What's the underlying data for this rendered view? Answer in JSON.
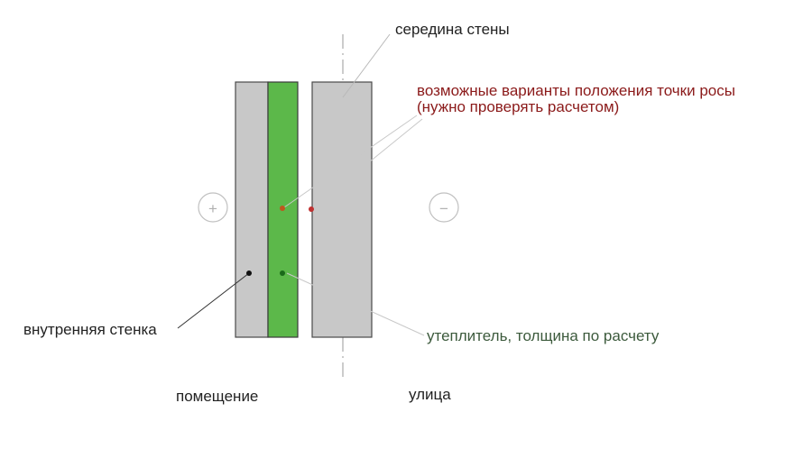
{
  "labels": {
    "wall_middle": "середина стены",
    "dew_point_line1": "возможные варианты положения точки росы",
    "dew_point_line2": "(нужно проверять расчетом)",
    "inner_wall": "внутренняя стенка",
    "insulation": "утеплитель, толщина по расчету",
    "room": "помещение",
    "street": "улица"
  },
  "symbols": {
    "plus": "+",
    "minus": "−"
  },
  "colors": {
    "wall_gray": "#c8c8c8",
    "insulation_green": "#5cb84a",
    "dew_point_red": "#8b1a1a",
    "text_default": "#222222",
    "text_green": "#3c5a3c",
    "leader_gray": "#b8b8b8",
    "point_orange": "#c0561e",
    "point_green": "#1a6a1a",
    "point_red": "#c03030"
  }
}
